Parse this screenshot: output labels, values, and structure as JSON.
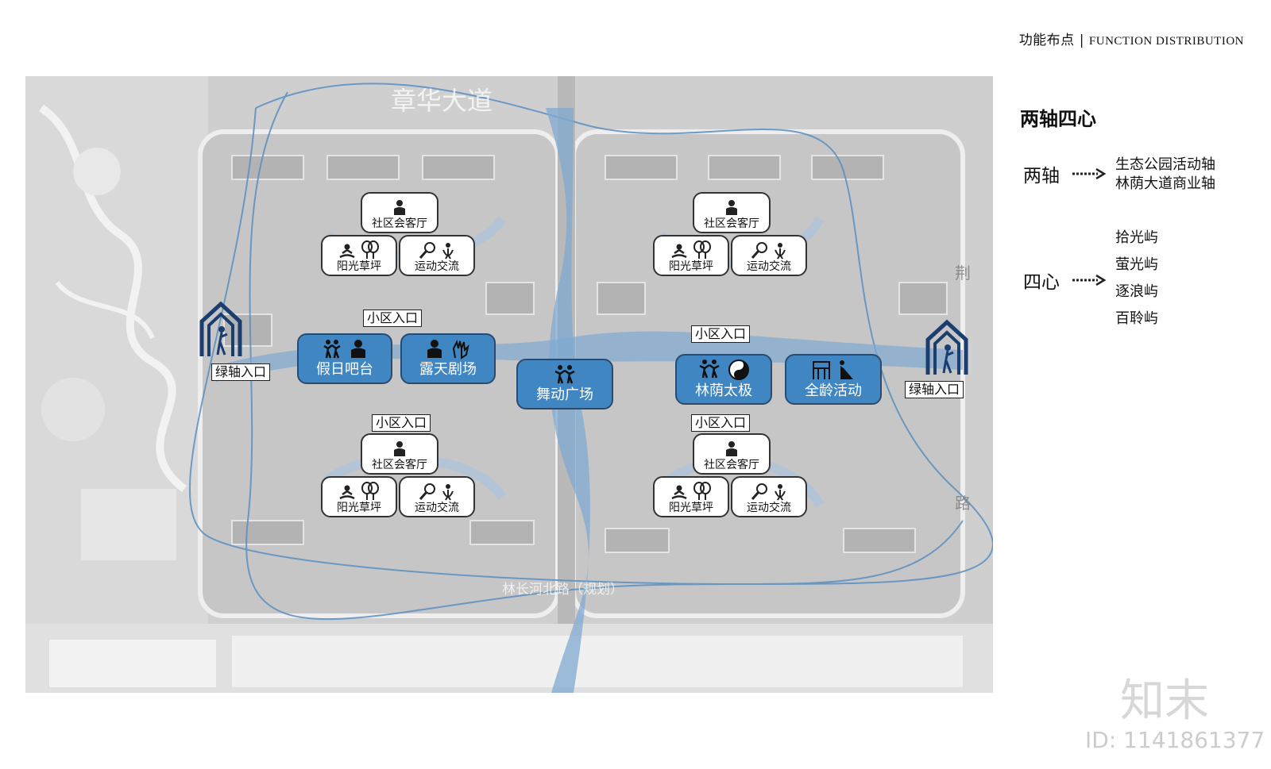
{
  "header": {
    "cn": "功能布点",
    "sep": "|",
    "en": "FUNCTION DISTRIBUTION"
  },
  "map": {
    "roads": {
      "top": "章华大道",
      "bottom": "林长河北路（规划）",
      "right_1": "荆",
      "right_2": "路"
    },
    "entrances": {
      "green_left": "绿轴入口",
      "green_right": "绿轴入口",
      "community": "小区入口"
    },
    "cluster_labels": {
      "hall": "社区会客厅",
      "lawn": "阳光草坪",
      "sport": "运动交流"
    },
    "centers": {
      "holiday_bar": "假日吧台",
      "theater": "露天剧场",
      "dance": "舞动广场",
      "taichi": "林荫太极",
      "all_age": "全龄活动"
    }
  },
  "legend": {
    "title": "两轴四心",
    "axes_label": "两轴",
    "axes": [
      "生态公园活动轴",
      "林荫大道商业轴"
    ],
    "hearts_label": "四心",
    "hearts": [
      "拾光屿",
      "萤光屿",
      "逐浪屿",
      "百聆屿"
    ]
  },
  "watermark": {
    "brand": "知末",
    "id": "ID: 1141861377"
  },
  "colors": {
    "accent": "#3f86c3",
    "axis_line": "#5a8fc0",
    "map_bg": "#cfcfcf"
  },
  "icons": [
    "person-sitting-icon",
    "meditation-icon",
    "racket-icon",
    "dancing-icon",
    "clap-hands-icon",
    "yin-yang-icon",
    "playground-icon",
    "gate-icon",
    "dotted-arrow-icon"
  ]
}
